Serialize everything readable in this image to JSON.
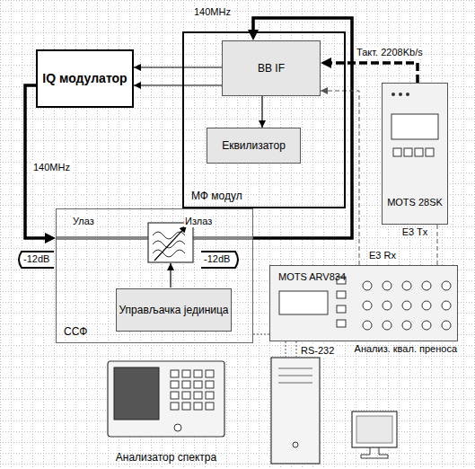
{
  "diagram": {
    "nodes": [
      {
        "text": [
          "IQ модулатор"
        ]
      },
      {
        "text": [
          "МФ модул"
        ]
      },
      {
        "text": [
          "BB IF"
        ],
        "in": 1
      },
      {
        "text": [
          "Еквилизатор"
        ],
        "in": 1
      },
      {
        "text": [
          "MOTS 28SK",
          "E3 Tx"
        ]
      },
      {
        "text": [
          "ССФ"
        ]
      },
      {
        "text": [
          "Управљачка јединица"
        ],
        "in": 5
      },
      {
        "text": [
          "MOTS ARV834",
          "Анализ. квал. преноса"
        ]
      },
      {
        "text": [
          "Анализатор спектра"
        ]
      }
    ],
    "edges": [
      {
        "from": 2,
        "to": 0,
        "arrow": "to"
      },
      {
        "from": 2,
        "to": 0,
        "arrow": "to"
      },
      {
        "from": 0,
        "to": 5,
        "arrow": "to"
      },
      {
        "from": 5,
        "to": 2,
        "arrow": "to"
      },
      {
        "from": 4,
        "to": 2,
        "label": "Такт. 2208Kb/s",
        "arrow": "to"
      },
      {
        "from": 2,
        "to": 3,
        "arrow": "to"
      },
      {
        "from": 7,
        "to": 2,
        "arrow": "to"
      },
      {
        "from": 4,
        "to": 7,
        "arrow": "none"
      }
    ],
    "labels": [
      "140MHz",
      "140MHz",
      "Улаз",
      "Излаз",
      "-12dB",
      "-12dB",
      "E3 Rx",
      "RS-232"
    ]
  }
}
